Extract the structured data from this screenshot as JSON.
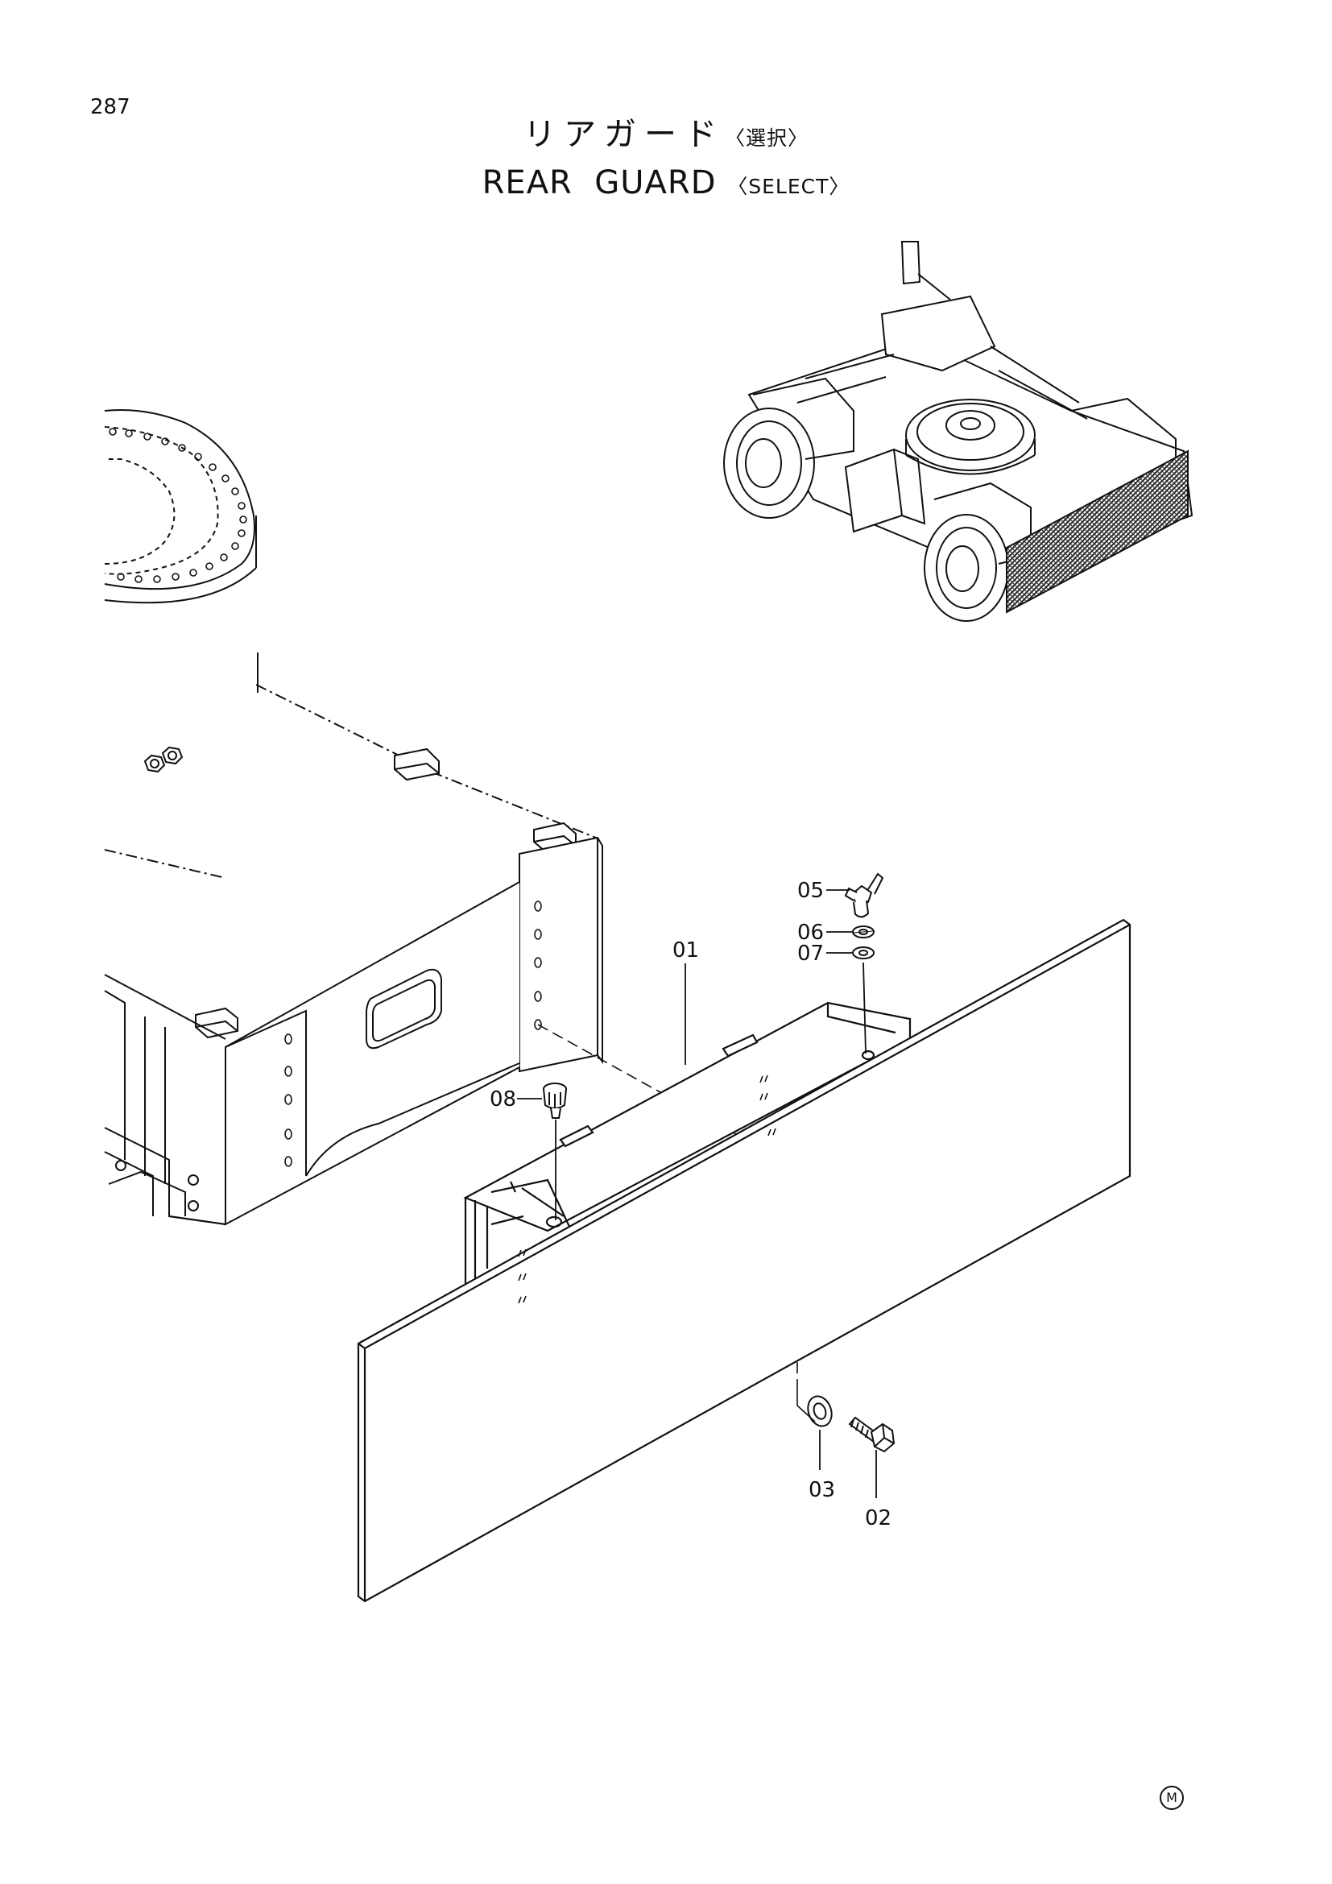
{
  "page": {
    "number": "287"
  },
  "title": {
    "jp_main": "リアガード",
    "jp_note": "〈選択〉",
    "en_main": "REAR  GUARD",
    "en_note": "〈SELECT〉"
  },
  "callouts": [
    {
      "id": "01",
      "label": "01",
      "part": "rear-guard-panel"
    },
    {
      "id": "02",
      "label": "02",
      "part": "bolt"
    },
    {
      "id": "03",
      "label": "03",
      "part": "washer"
    },
    {
      "id": "05",
      "label": "05",
      "part": "wing-bolt"
    },
    {
      "id": "06",
      "label": "06",
      "part": "spring-washer"
    },
    {
      "id": "07",
      "label": "07",
      "part": "washer"
    },
    {
      "id": "08",
      "label": "08",
      "part": "knob"
    }
  ],
  "footer": {
    "mark": "M"
  },
  "colors": {
    "ink": "#111111",
    "hatch": "#2a2a2a",
    "paper": "#ffffff"
  }
}
